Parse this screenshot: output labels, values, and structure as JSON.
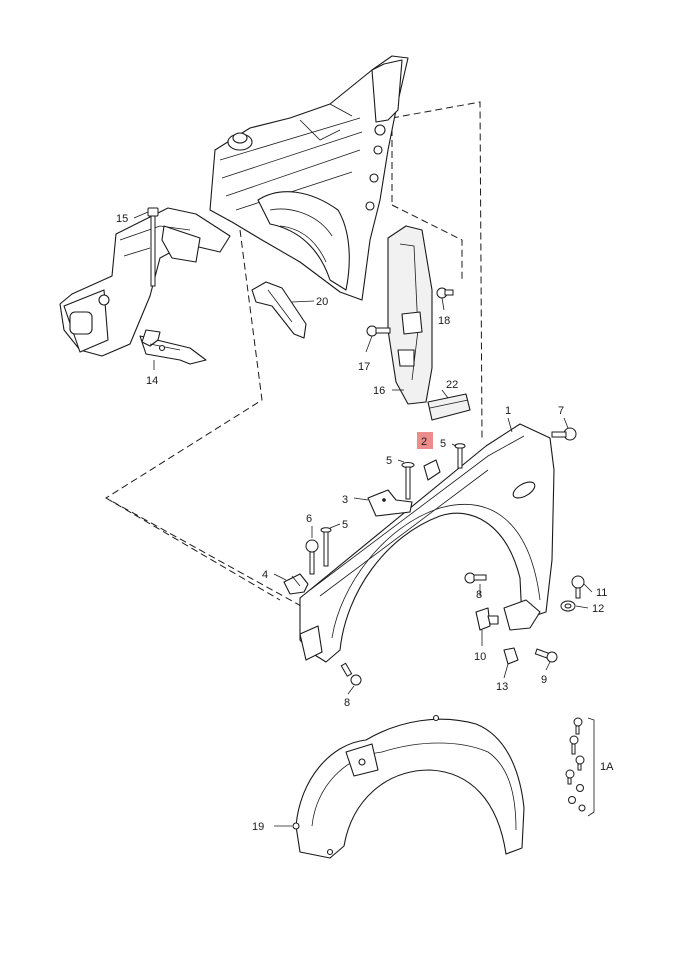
{
  "highlight_color": "#ee8c8c",
  "labels": {
    "l1": "1",
    "l1a": "1A",
    "l2": "2",
    "l3": "3",
    "l4": "4",
    "l5a": "5",
    "l5b": "5",
    "l5c": "5",
    "l6": "6",
    "l7": "7",
    "l8a": "8",
    "l8b": "8",
    "l9": "9",
    "l10": "10",
    "l11": "11",
    "l12": "12",
    "l13": "13",
    "l14": "14",
    "l15": "15",
    "l16": "16",
    "l17": "17",
    "l18": "18",
    "l19": "19",
    "l20": "20",
    "l22": "22"
  }
}
